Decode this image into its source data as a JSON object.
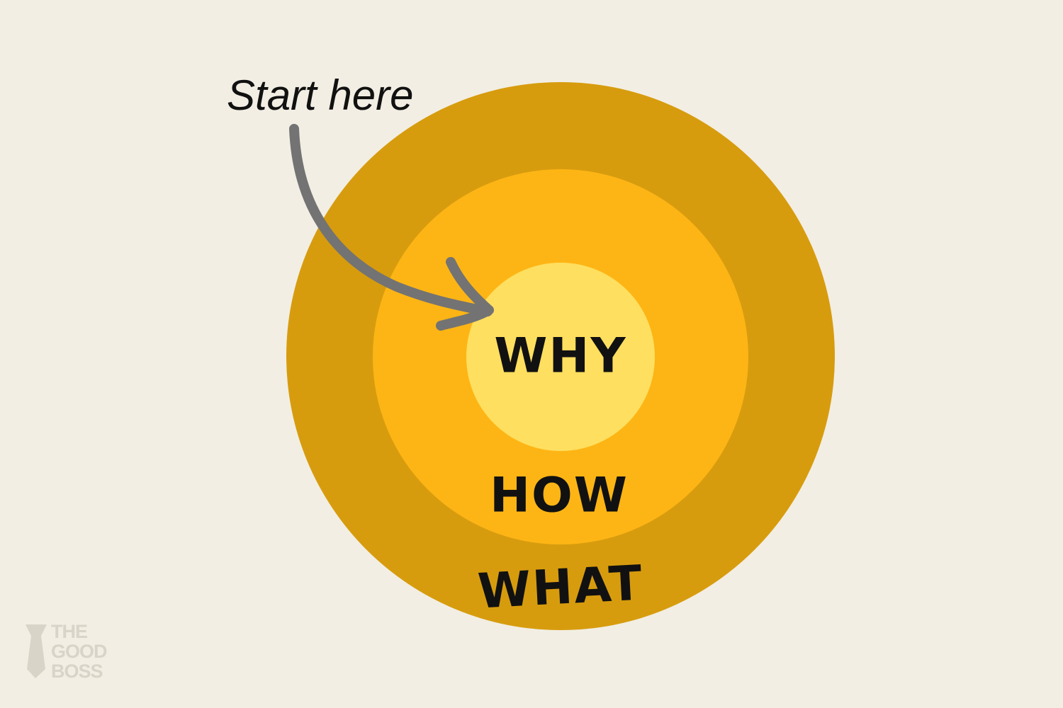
{
  "diagram": {
    "layers": [
      {
        "label": "WHAT",
        "color": "#d79c0e"
      },
      {
        "label": "HOW",
        "color": "#fdb515"
      },
      {
        "label": "WHY",
        "color": "#ffdf5f"
      }
    ],
    "annotation": "Start here",
    "arrow_color": "#737373",
    "background": "#f2eee3"
  },
  "logo": {
    "lines": [
      "THE",
      "GOOD",
      "BOSS"
    ],
    "icon": "tie-icon",
    "color": "#d8d4c8"
  }
}
